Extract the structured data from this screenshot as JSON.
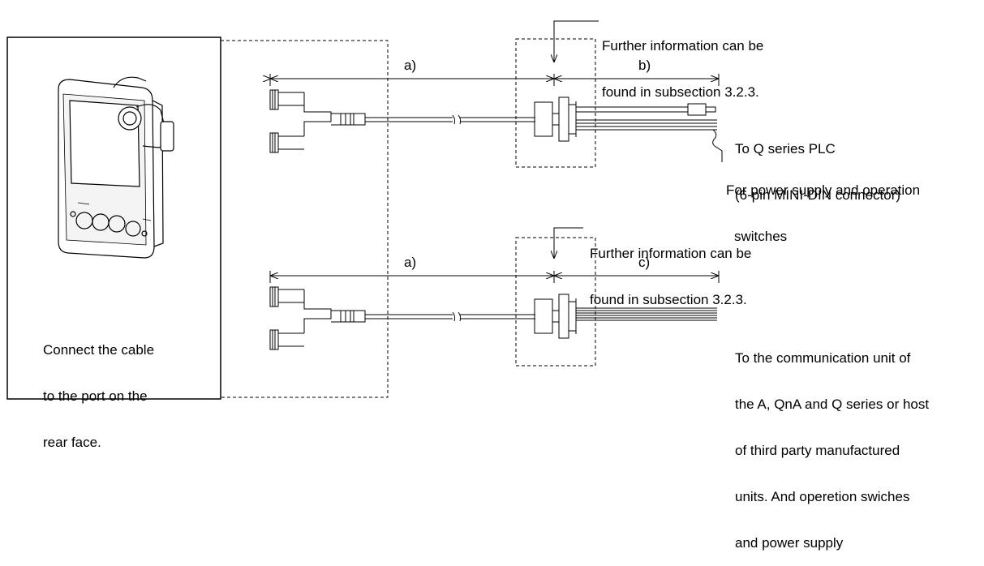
{
  "device_panel": {
    "caption_lines": [
      "Connect the cable",
      "to the port on the",
      "rear face."
    ]
  },
  "top_cable": {
    "note_lines": [
      "Further information can be",
      "found in subsection 3.2.3."
    ],
    "segment_a_label": "a)",
    "segment_b_label": "b)",
    "plc_lines": [
      "To Q series PLC",
      "(6-pin MINI-DIN connector)"
    ],
    "power_lines": [
      "For power supply and operation",
      "switches"
    ]
  },
  "bottom_cable": {
    "note_lines": [
      "Further information can be",
      "found in subsection 3.2.3."
    ],
    "segment_a_label": "a)",
    "segment_c_label": "c)",
    "destination_lines": [
      "To the communication unit of",
      "the A, QnA and Q series or host",
      "of third party manufactured",
      "units. And operetion swiches",
      "and power supply"
    ]
  }
}
